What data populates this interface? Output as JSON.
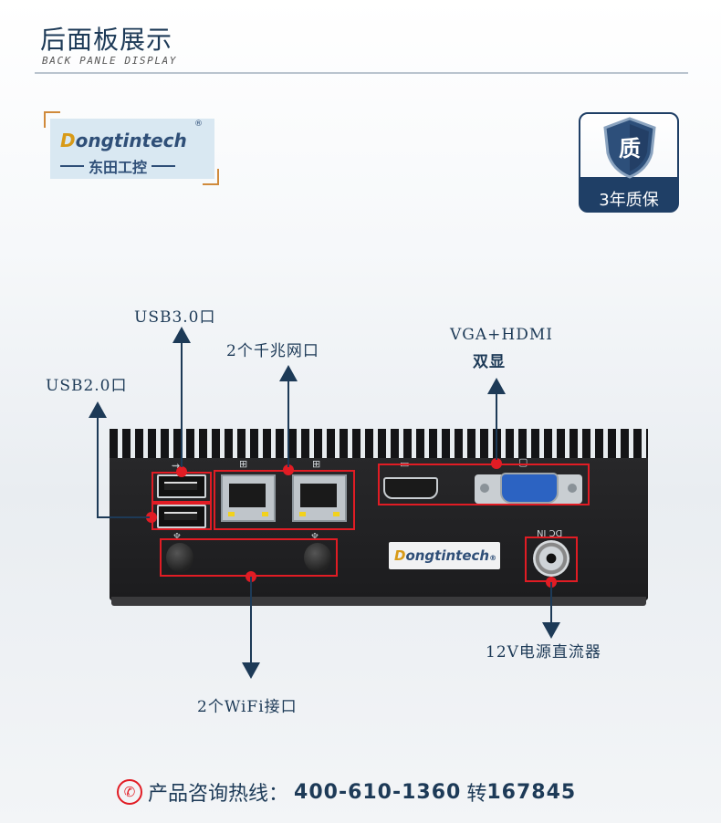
{
  "header": {
    "title": "后面板展示",
    "subtitle": "BACK PANLE DISPLAY"
  },
  "brand": {
    "name_initial": "D",
    "name_rest": "ongtintech",
    "registered": "®",
    "chinese": "东田工控"
  },
  "quality_badge": {
    "icon_char": "质",
    "text": "3年质保"
  },
  "device": {
    "logo_initial": "D",
    "logo_rest": "ongtintech",
    "logo_registered": "®",
    "dc_label": "DC IN"
  },
  "callouts": {
    "usb3": "USB3.0口",
    "usb2": "USB2.0口",
    "lan": "2个千兆网口",
    "display_line1": "VGA+HDMI",
    "display_line2": "双显",
    "wifi": "2个WiFi接口",
    "power": "12V电源直流器"
  },
  "footer": {
    "prefix": "产品咨询热线：",
    "phone": "400-610-1360",
    "ext_label": "转",
    "ext": "167845"
  },
  "colors": {
    "accent_red": "#e11c24",
    "navy": "#1d3a57",
    "brand_gold": "#d89a17"
  }
}
